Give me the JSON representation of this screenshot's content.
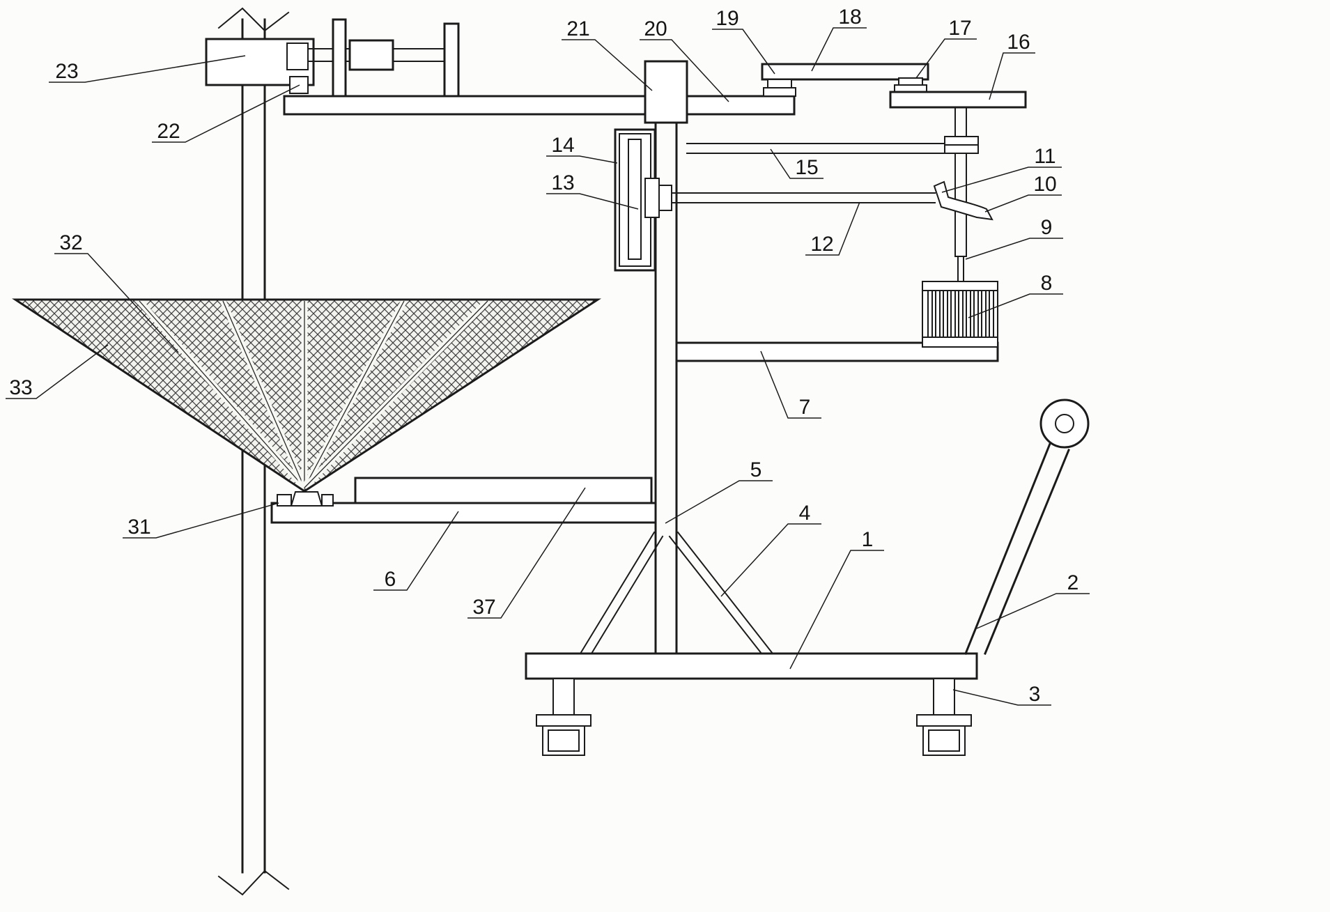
{
  "figure": {
    "background": "#fcfcfa",
    "line_color": "#1b1b1b",
    "mesh_color": "#3e3e3e"
  },
  "parts": {
    "1": "1",
    "2": "2",
    "3": "3",
    "4": "4",
    "5": "5",
    "6": "6",
    "7": "7",
    "8": "8",
    "9": "9",
    "10": "10",
    "11": "11",
    "12": "12",
    "13": "13",
    "14": "14",
    "15": "15",
    "16": "16",
    "17": "17",
    "18": "18",
    "19": "19",
    "20": "20",
    "21": "21",
    "22": "22",
    "23": "23",
    "31": "31",
    "32": "32",
    "33": "33",
    "37": "37"
  }
}
